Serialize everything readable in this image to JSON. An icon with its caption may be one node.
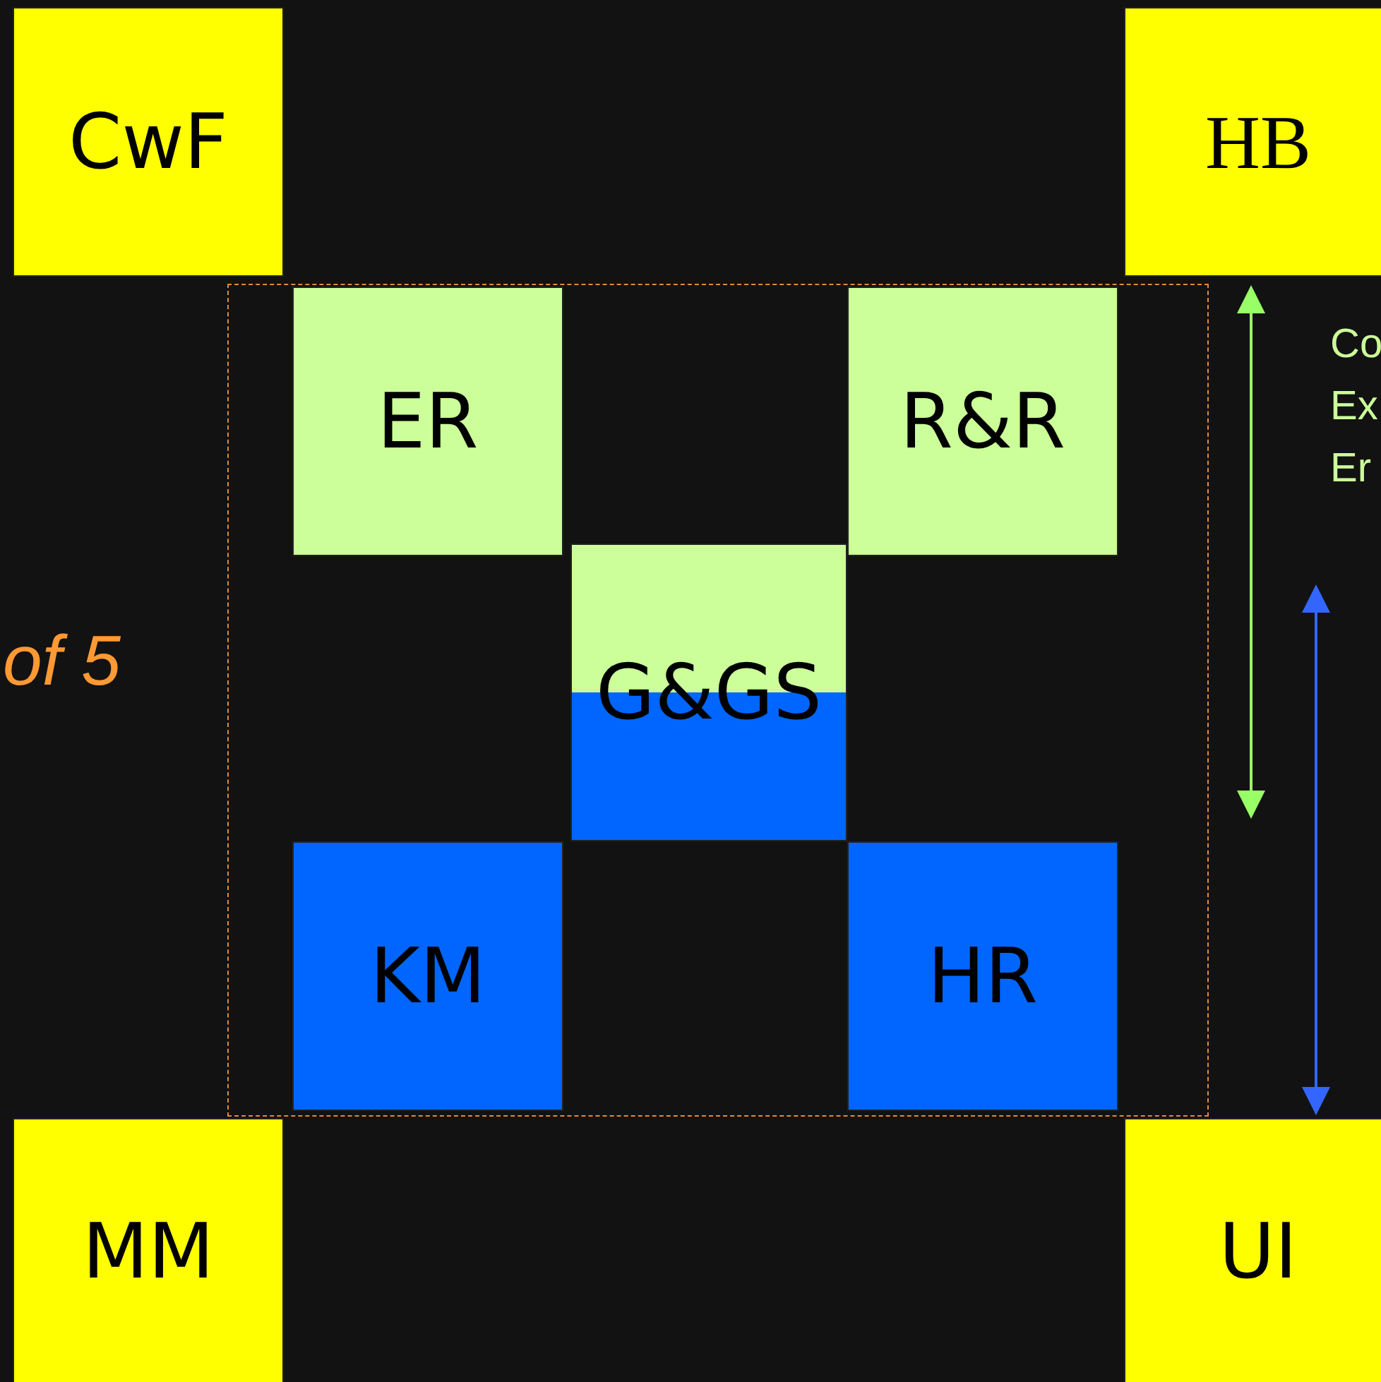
{
  "diagram": {
    "nodes": [
      {
        "text": [
          "CwF"
        ]
      },
      {
        "text": [
          "HB"
        ]
      },
      {
        "text": [],
        "shape": "box"
      },
      {
        "text": [
          "ER"
        ],
        "in": 2
      },
      {
        "text": [
          "R&R"
        ],
        "in": 2
      },
      {
        "text": [
          "G&GS"
        ],
        "in": 2
      },
      {
        "text": [
          "KM"
        ],
        "in": 2
      },
      {
        "text": [
          "HR"
        ],
        "in": 2
      },
      {
        "text": [
          "MM"
        ]
      },
      {
        "text": [
          "UI"
        ]
      }
    ],
    "labels": [
      "of 5",
      "Co",
      "Ex",
      "Er"
    ]
  }
}
